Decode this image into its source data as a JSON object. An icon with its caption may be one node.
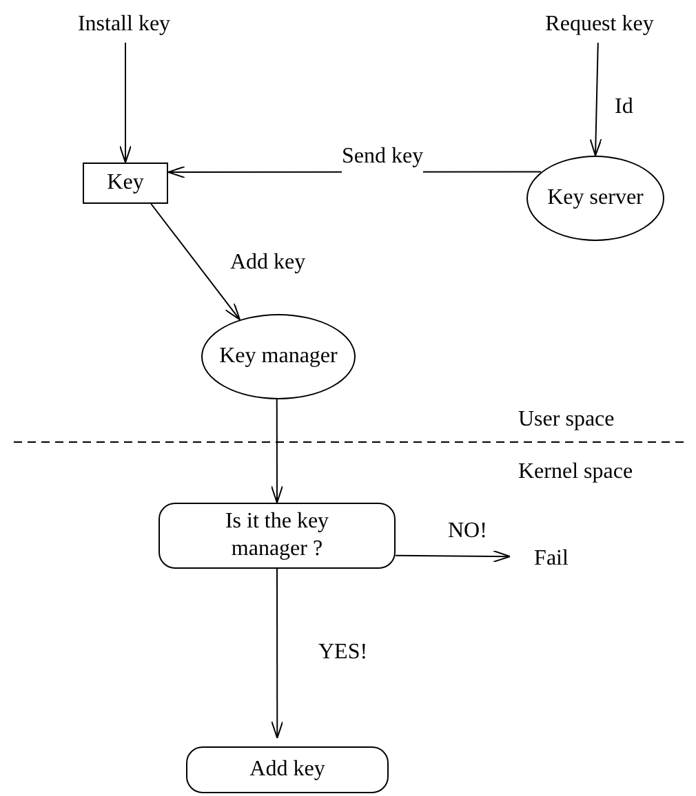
{
  "diagram": {
    "nodes": [
      {
        "text": [
          "Install key"
        ]
      },
      {
        "text": [
          "Request key"
        ]
      },
      {
        "text": [
          "Key"
        ]
      },
      {
        "text": [
          "Key server"
        ]
      },
      {
        "text": [
          "Key manager"
        ]
      },
      {
        "text": [
          "Is it the key manager ?"
        ]
      },
      {
        "text": [
          "Fail"
        ]
      },
      {
        "text": [
          "Add key"
        ]
      }
    ],
    "edges": [
      {
        "from": 0,
        "to": 2,
        "arrow": "to"
      },
      {
        "from": 1,
        "to": 3,
        "arrow": "to",
        "label": "Id"
      },
      {
        "from": 3,
        "to": 2,
        "arrow": "to",
        "label": "Send key"
      },
      {
        "from": 2,
        "to": 4,
        "arrow": "to",
        "label": "Add key"
      },
      {
        "from": 4,
        "to": 5,
        "arrow": "to"
      },
      {
        "from": 5,
        "to": 6,
        "arrow": "to",
        "label": "NO!"
      },
      {
        "from": 5,
        "to": 7,
        "arrow": "to",
        "label": "YES!"
      }
    ],
    "labels": [
      "User space",
      "Kernel space"
    ]
  }
}
